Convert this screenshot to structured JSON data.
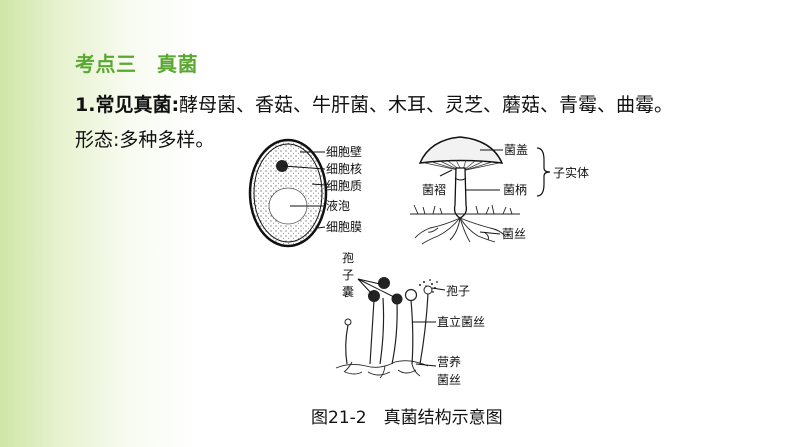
{
  "heading": "考点三　真菌",
  "point1": {
    "lead": "1.常见真菌:",
    "text": "酵母菌、香菇、牛肝菌、木耳、灵芝、蘑菇、青霉、曲霉。"
  },
  "morphology": "形态:多种多样。",
  "yeast_labels": [
    "细胞壁",
    "细胞核",
    "细胞质",
    "液泡",
    "细胞膜"
  ],
  "mushroom_labels": {
    "cap": "菌盖",
    "gills": "菌褶",
    "stalk": "菌柄",
    "fruiting_body": "子实体",
    "hyphae": "菌丝"
  },
  "mold_labels": {
    "sporangium": "孢\n子\n囊",
    "sporangium_chars": [
      "孢",
      "子",
      "囊"
    ],
    "spores": "孢子",
    "upright_hyphae": "直立菌丝",
    "nutrient_hyphae_1": "营养",
    "nutrient_hyphae_2": "菌丝"
  },
  "caption": "图21-2　真菌结构示意图"
}
